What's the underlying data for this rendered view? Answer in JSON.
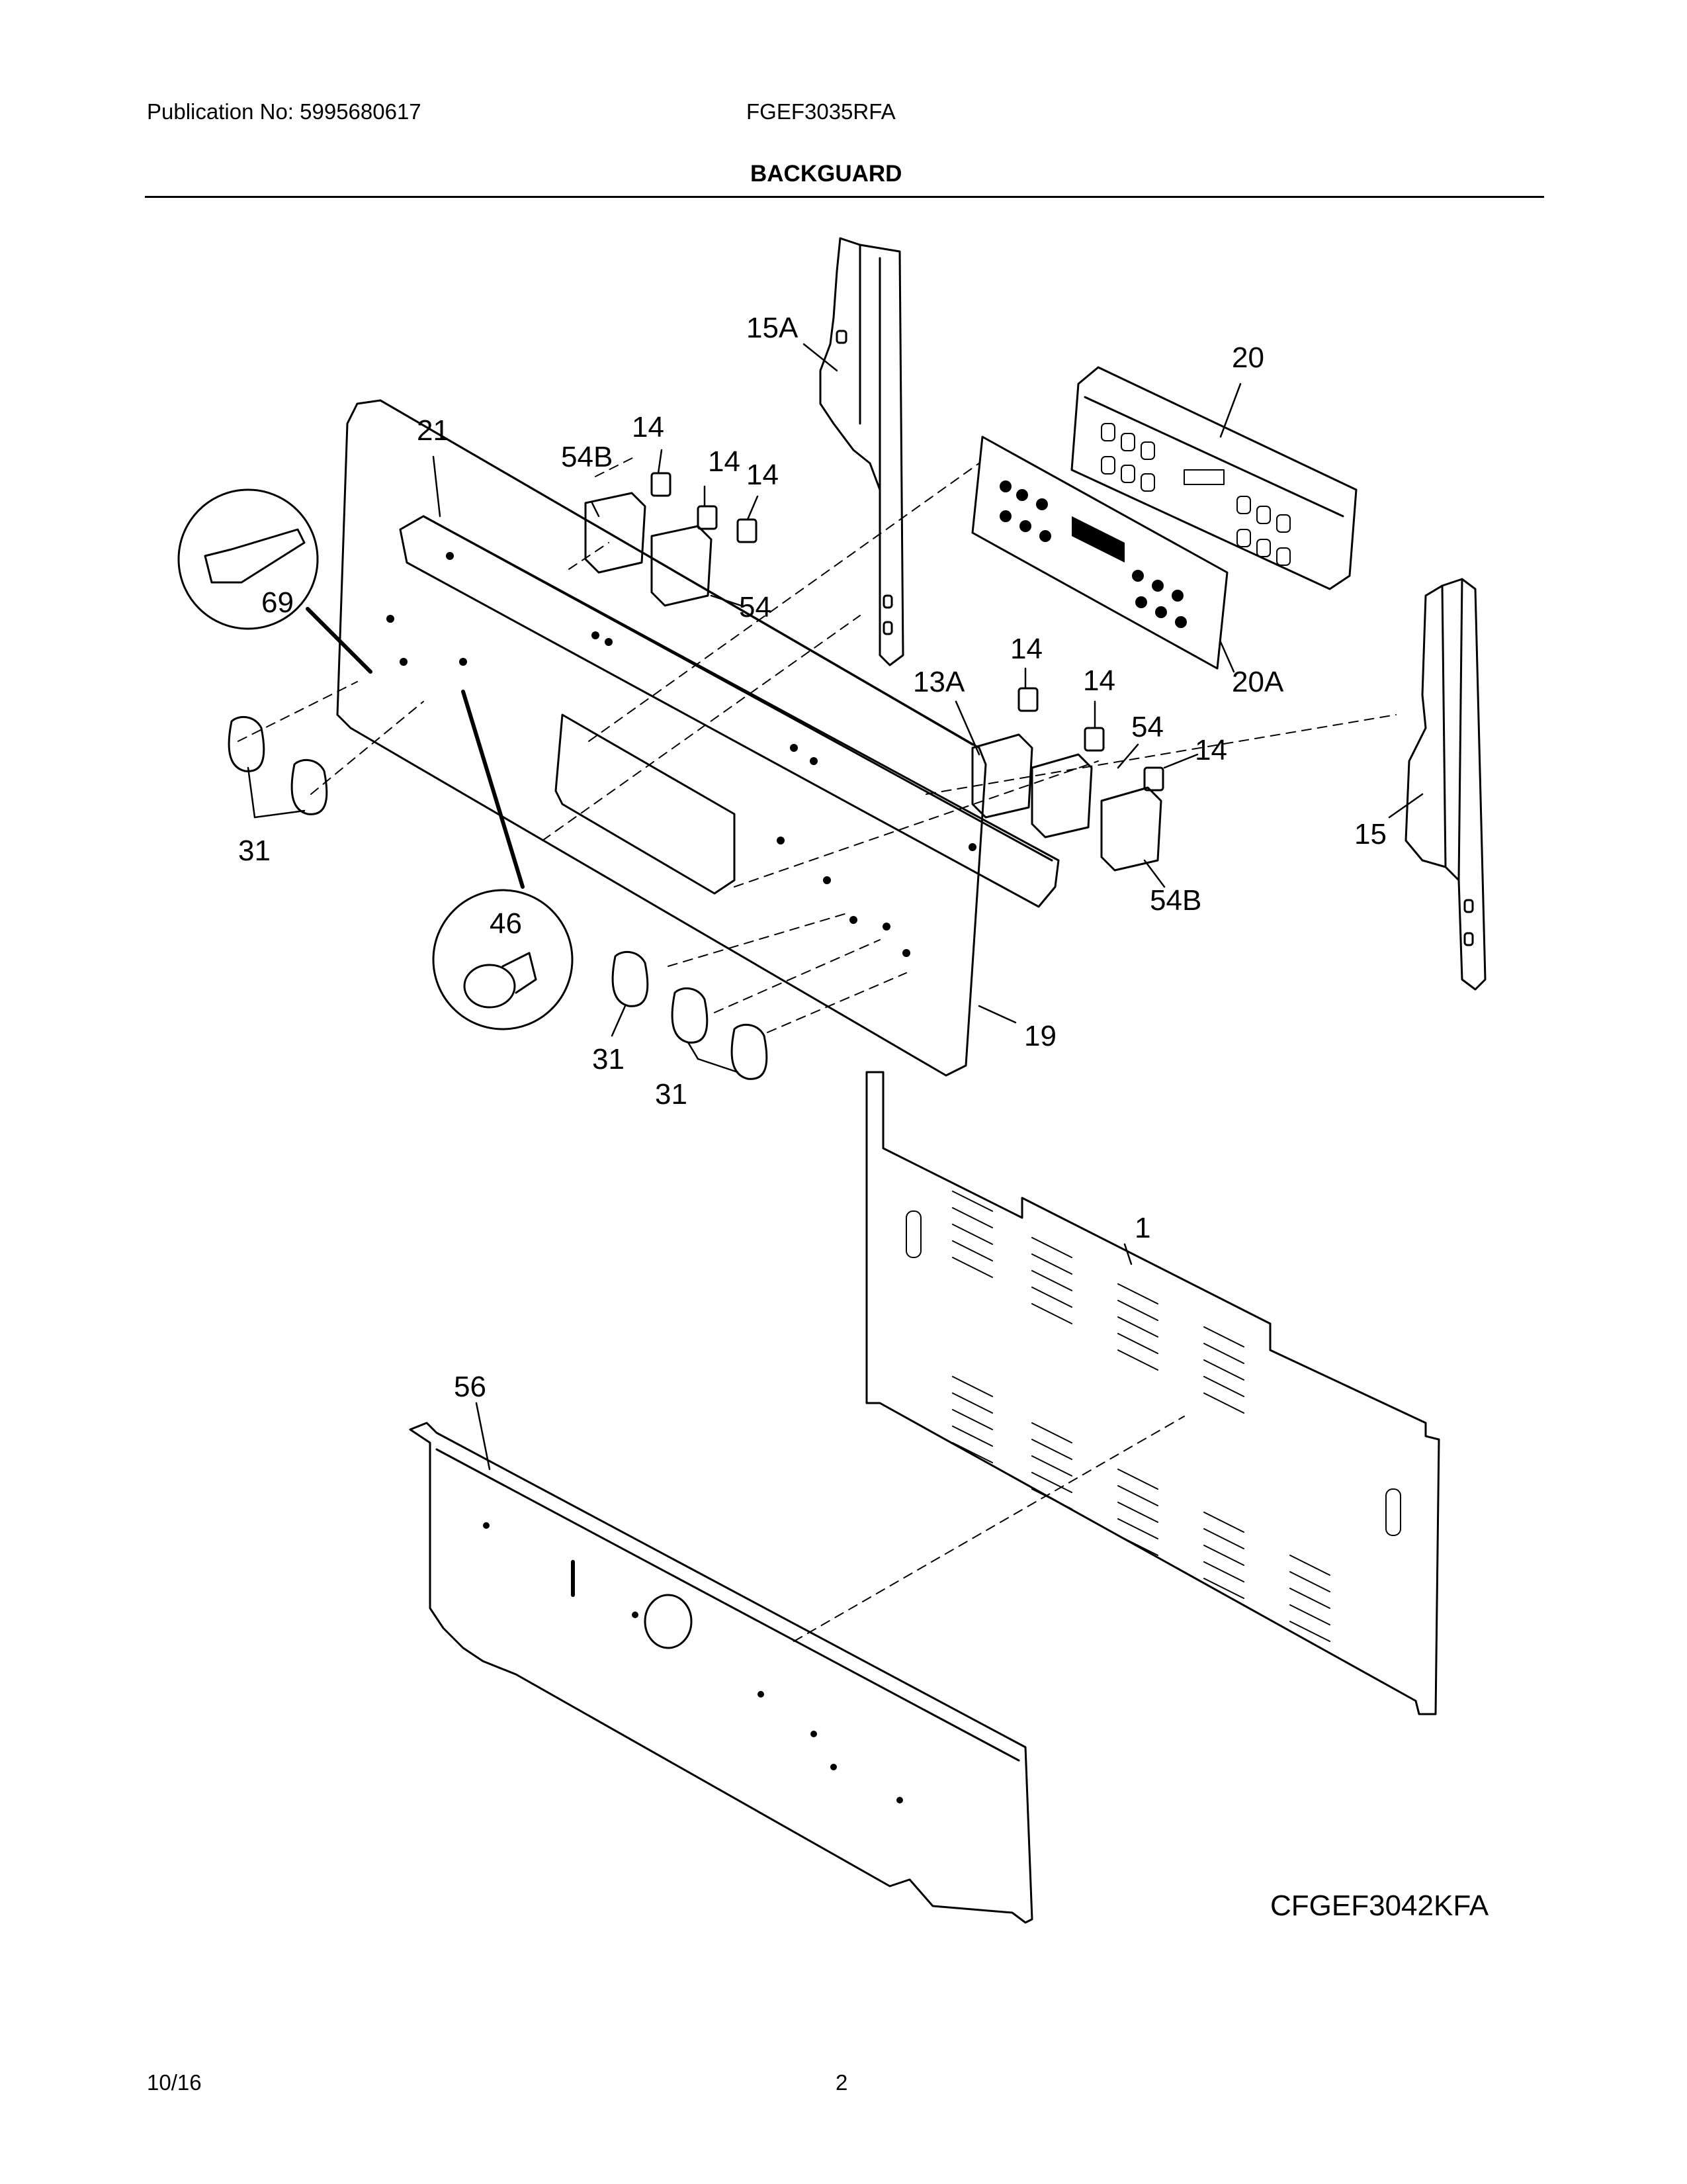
{
  "header": {
    "publication": "Publication No: 5995680617",
    "model": "FGEF3035RFA",
    "section_title": "BACKGUARD"
  },
  "callouts": {
    "c1": "1",
    "c13A": "13A",
    "c14a": "14",
    "c14b": "14",
    "c14c": "14",
    "c14d": "14",
    "c14e": "14",
    "c14f": "14",
    "c15": "15",
    "c15A": "15A",
    "c19": "19",
    "c20": "20",
    "c20A": "20A",
    "c21": "21",
    "c31a": "31",
    "c31b": "31",
    "c31c": "31",
    "c46": "46",
    "c54a": "54",
    "c54b": "54",
    "c54Ba": "54B",
    "c54Bb": "54B",
    "c56": "56",
    "c69": "69"
  },
  "reference_model": "CFGEF3042KFA",
  "footer": {
    "date": "10/16",
    "page": "2"
  }
}
